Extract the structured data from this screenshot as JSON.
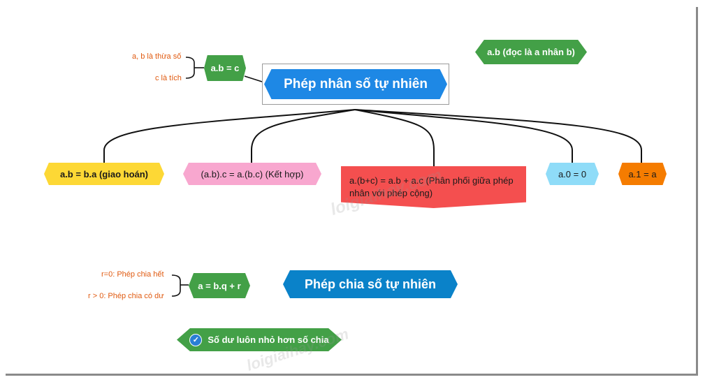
{
  "diagram": {
    "center": {
      "title": "Phép nhân số tự nhiên"
    },
    "top_formula": {
      "label": "a.b = c",
      "notes": [
        "a, b là thừa số",
        "c là tích"
      ]
    },
    "reading_note": "a.b (đọc là a nhân b)",
    "properties": [
      {
        "label": "a.b = b.a (giao hoán)",
        "color": "#fdd835"
      },
      {
        "label": "(a.b).c = a.(b.c) (Kết hợp)",
        "color": "#f8a7cf"
      },
      {
        "label": "a.(b+c) = a.b + a.c (Phân phối giữa phép nhân với phép cộng)",
        "color": "#f44f4f"
      },
      {
        "label": "a.0 = 0",
        "color": "#8fdcf8"
      },
      {
        "label": "a.1 = a",
        "color": "#f57c00"
      }
    ],
    "division": {
      "title": "Phép chia số tự nhiên"
    },
    "division_formula": {
      "label": "a = b.q + r",
      "notes": [
        "r=0: Phép chia hết",
        "r > 0: Phép chia có dư"
      ]
    },
    "remainder_note": {
      "label": "Số dư luôn nhỏ hơn số chia",
      "icon": "check-icon"
    },
    "watermark": "loigiaihay.com",
    "colors": {
      "green": "#43a047",
      "blue": "#1e88e5",
      "division_blue": "#0a82c9",
      "note_orange": "#e05a10"
    }
  }
}
